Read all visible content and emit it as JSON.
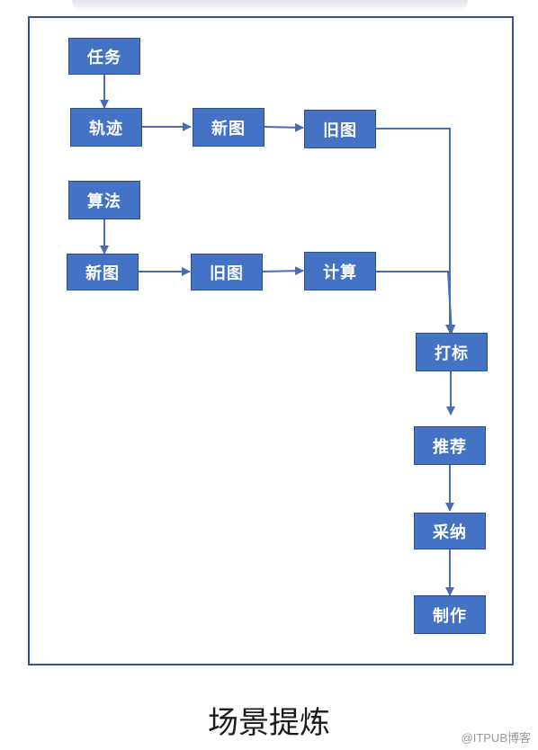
{
  "diagram": {
    "nodes": [
      {
        "id": "task",
        "label": "任务"
      },
      {
        "id": "trajectory",
        "label": "轨迹"
      },
      {
        "id": "new-map-1",
        "label": "新图"
      },
      {
        "id": "old-map-1",
        "label": "旧图"
      },
      {
        "id": "algorithm",
        "label": "算法"
      },
      {
        "id": "new-map-2",
        "label": "新图"
      },
      {
        "id": "old-map-2",
        "label": "旧图"
      },
      {
        "id": "compute",
        "label": "计算"
      },
      {
        "id": "annotate",
        "label": "打标"
      },
      {
        "id": "recommend",
        "label": "推荐"
      },
      {
        "id": "adopt",
        "label": "采纳"
      },
      {
        "id": "produce",
        "label": "制作"
      }
    ],
    "edges": [
      {
        "from": "task",
        "to": "trajectory"
      },
      {
        "from": "trajectory",
        "to": "new-map-1"
      },
      {
        "from": "new-map-1",
        "to": "old-map-1"
      },
      {
        "from": "old-map-1",
        "to": "annotate"
      },
      {
        "from": "algorithm",
        "to": "new-map-2"
      },
      {
        "from": "new-map-2",
        "to": "old-map-2"
      },
      {
        "from": "old-map-2",
        "to": "compute"
      },
      {
        "from": "compute",
        "to": "annotate"
      },
      {
        "from": "annotate",
        "to": "recommend"
      },
      {
        "from": "recommend",
        "to": "adopt"
      },
      {
        "from": "adopt",
        "to": "produce"
      }
    ],
    "colors": {
      "node_fill": "#4472c4",
      "node_border": "#2f4d86",
      "connector": "#4a6bb8",
      "frame": "#3b5289"
    }
  },
  "caption": "场景提炼",
  "watermark": "@ITPUB博客"
}
